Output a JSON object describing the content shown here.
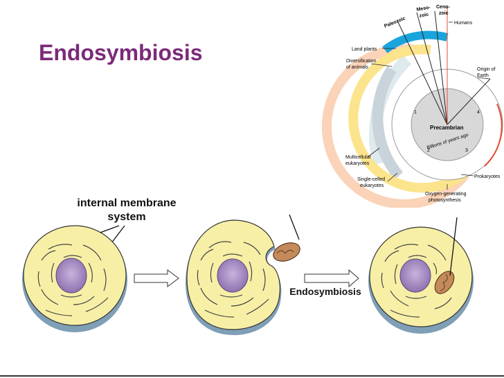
{
  "slide": {
    "title": "Endosymbiosis"
  },
  "timeline": {
    "eras": {
      "paleozoic": "Paleozoic",
      "mesozoic_1": "Meso-",
      "mesozoic_2": "zoic",
      "cenozoic_1": "Ceno-",
      "cenozoic_2": "zoic"
    },
    "labels": {
      "humans": "Humans",
      "land_plants": "Land plants",
      "diversification_1": "Diversification",
      "diversification_2": "of animals",
      "origin_1": "Origin of",
      "origin_2": "Earth",
      "precambrian": "Precambrian",
      "billions": "Billions of years ago",
      "multicellular_1": "Multicellular",
      "multicellular_2": "eukaryotes",
      "single_celled_1": "Single-celled",
      "single_celled_2": "eukaryotes",
      "prokaryotes": "Prokaryotes",
      "oxygen_1": "Oxygen-generating",
      "oxygen_2": "photosynthesis"
    },
    "ticks": [
      "1",
      "2",
      "3",
      "4"
    ],
    "colors": {
      "inner_disk": "#d8d8d8",
      "ring_white": "#ffffff",
      "prokaryote_ring": "#fbe48c",
      "oxygen_ring": "#fad3b8",
      "single_celled_ring": "#c9d3da",
      "multicellular_ring": "#dfeaee",
      "land_plants_ring": "#1aa4dc",
      "origin_tick": "#e44b2e",
      "humans_tick": "#e44b2e"
    }
  },
  "cells": {
    "annotation_1": "internal membrane",
    "annotation_2": "system",
    "process_label": "Endosymbiosis",
    "colors": {
      "cytoplasm": "#f7efa6",
      "cell_edge": "#7f9fb6",
      "nucleus": "#a88cc4",
      "mitochondrion": "#c48a5a",
      "arrow_fill": "#ffffff"
    }
  }
}
